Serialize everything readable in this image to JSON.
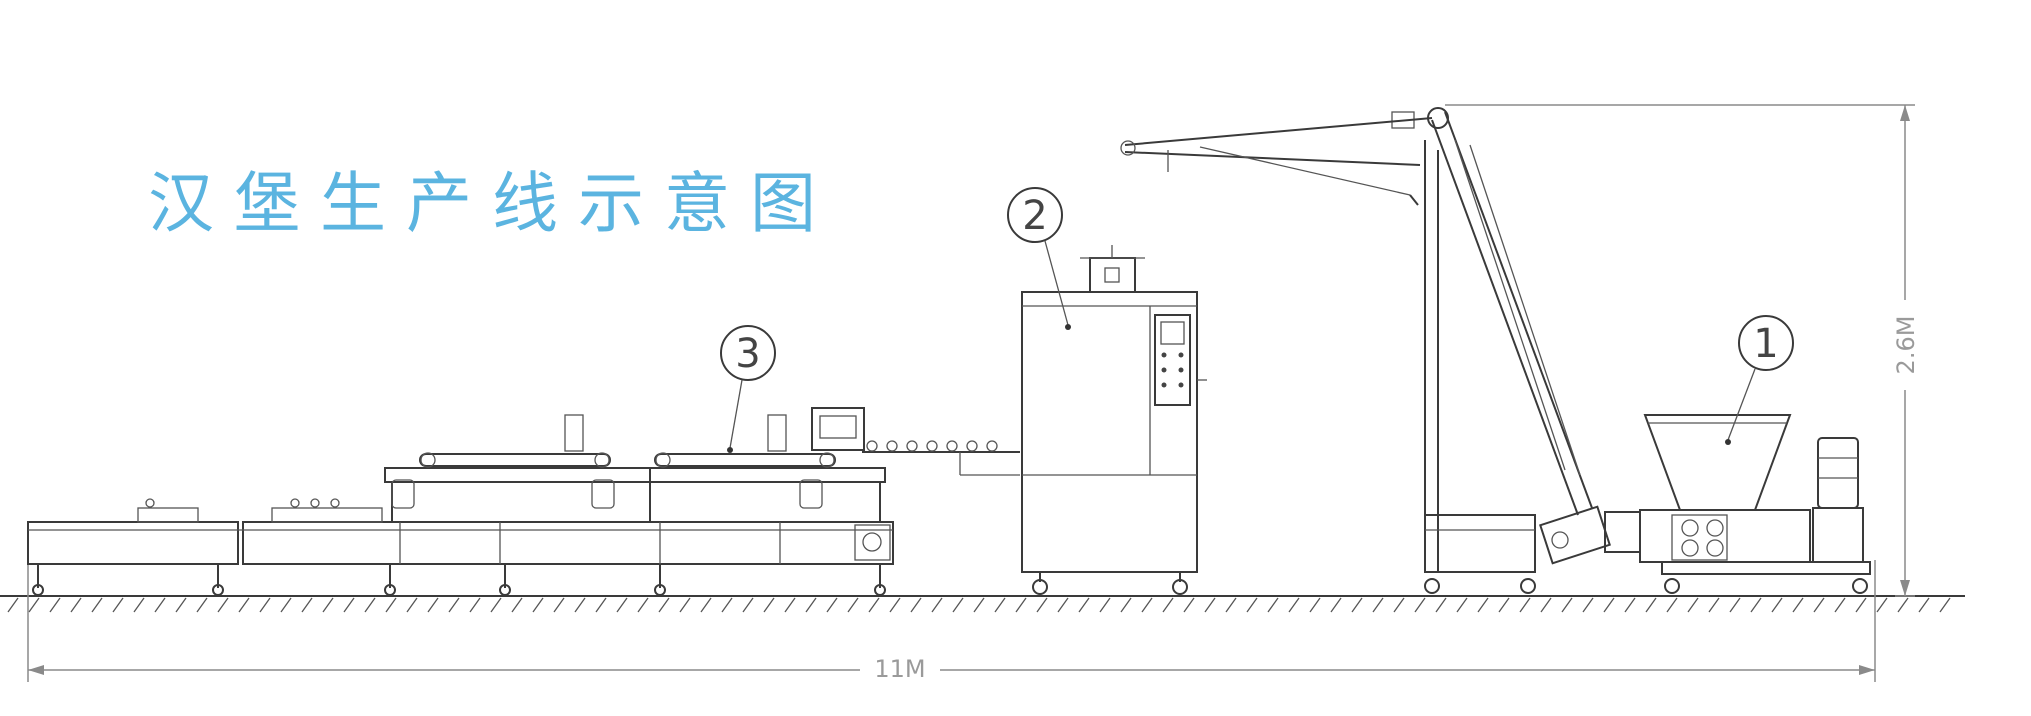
{
  "title": "汉堡生产线示意图",
  "markers": [
    "1",
    "2",
    "3"
  ],
  "dimensions": {
    "height_label": "2.6M",
    "length_label": "11M"
  },
  "colors": {
    "title": "#5bb4e0",
    "line": "#3a3a3a",
    "dimension": "#8a8a8a"
  }
}
